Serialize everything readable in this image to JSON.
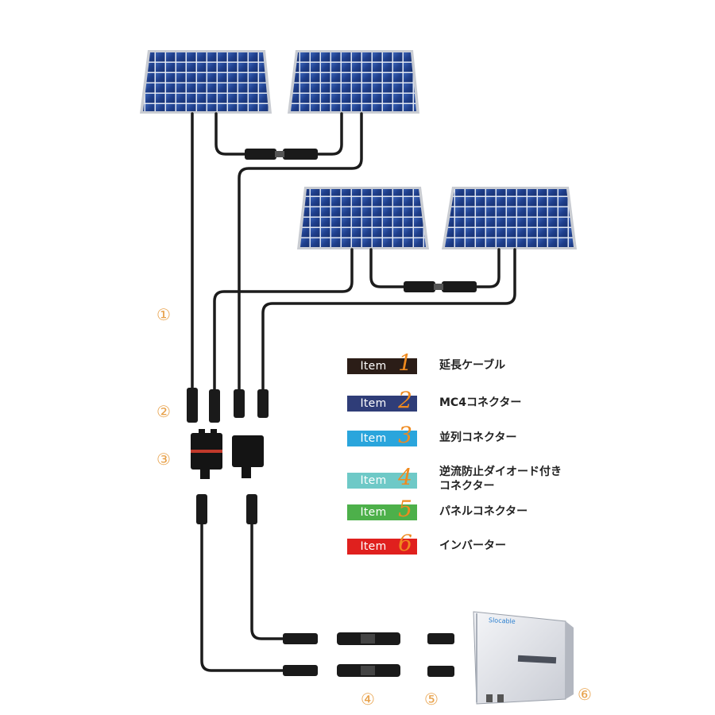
{
  "markers": [
    "①",
    "②",
    "③",
    "④",
    "⑤",
    "⑥"
  ],
  "legend": [
    {
      "word": "Item",
      "num": "1",
      "label": "延長ケーブル",
      "color": "#2b1d17"
    },
    {
      "word": "Item",
      "num": "2",
      "label": "MC4コネクター",
      "color": "#2f3d78"
    },
    {
      "word": "Item",
      "num": "3",
      "label": "並列コネクター",
      "color": "#2aa5dc"
    },
    {
      "word": "Item",
      "num": "4",
      "label": "逆流防止ダイオード付き\nコネクター",
      "color": "#6ec9c7"
    },
    {
      "word": "Item",
      "num": "5",
      "label": "パネルコネクター",
      "color": "#4db04a"
    },
    {
      "word": "Item",
      "num": "6",
      "label": "インバーター",
      "color": "#e0201e"
    }
  ],
  "inverter": {
    "brand": "Slocable"
  },
  "colors": {
    "panel": "#1f3f8c",
    "panel_frame": "#c9ccd2",
    "cable": "#1c1c1c",
    "marker": "#e8a24c",
    "accent_num": "#f08a1e"
  }
}
